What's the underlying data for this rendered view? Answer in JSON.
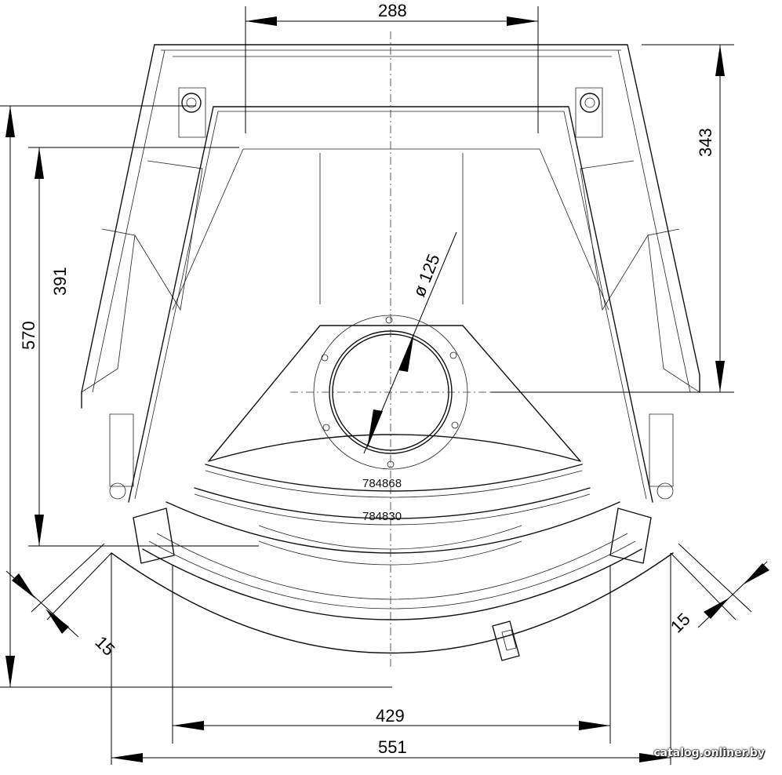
{
  "dimensions": {
    "top_width": "288",
    "right_height": "343",
    "left_inner_height": "391",
    "left_outer_height": "570",
    "diameter": "ø 125",
    "left_offset": "15",
    "right_offset": "15",
    "inner_width": "429",
    "outer_width": "551"
  },
  "parts": {
    "part_a": "784868",
    "part_b": "784830"
  },
  "watermark": "catalog.onliner.by"
}
